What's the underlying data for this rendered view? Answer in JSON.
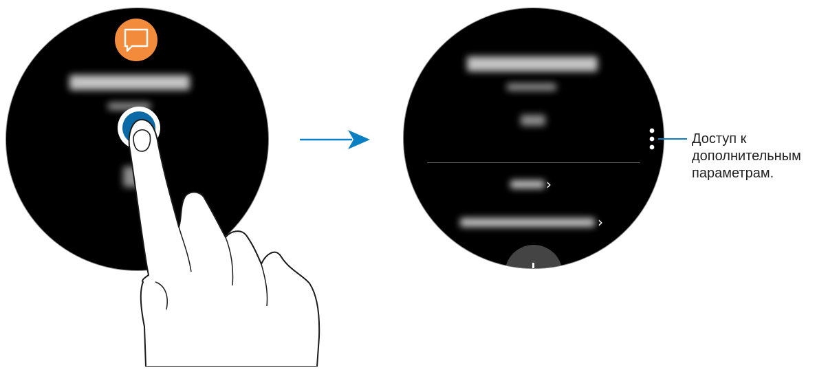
{
  "left_watch": {
    "notification_icon": "speech-bubble-icon",
    "accent_color": "#f28c3c",
    "touch_indicator_color": "#0a6aa8"
  },
  "transition": {
    "arrow_icon": "arrow-right-icon",
    "color": "#0a7fc1"
  },
  "right_watch": {
    "more_options_icon": "vertical-ellipsis-icon",
    "list_items": [
      {
        "chevron": "›"
      },
      {
        "chevron": "›"
      }
    ]
  },
  "callout": {
    "line1": "Доступ к",
    "line2": "дополнительным",
    "line3": "параметрам.",
    "line_color": "#0a7fc1"
  }
}
